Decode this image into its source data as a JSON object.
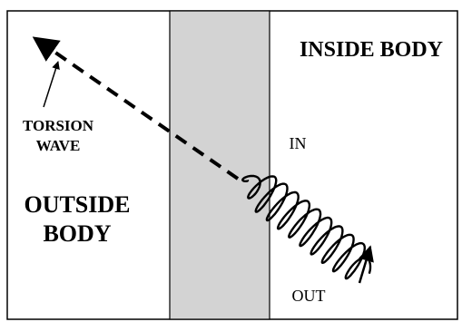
{
  "labels": {
    "torsion_line1": "TORSION",
    "torsion_line2": "WAVE",
    "outside_line1": "OUTSIDE",
    "outside_line2": "BODY",
    "inside": "INSIDE BODY",
    "in": "IN",
    "out": "OUT"
  },
  "colors": {
    "background": "#ffffff",
    "barrier": "#d3d3d3",
    "stroke": "#000000"
  }
}
